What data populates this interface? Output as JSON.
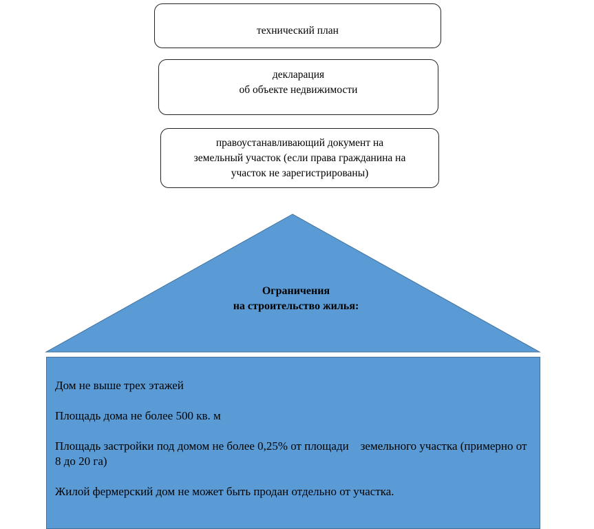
{
  "documents": [
    {
      "lines": [
        "технический план"
      ]
    },
    {
      "lines": [
        "декларация",
        "об объекте недвижимости"
      ]
    },
    {
      "lines": [
        "правоустанавливающий документ на",
        "земельный участок (если права гражданина на",
        "участок не зарегистрированы)"
      ]
    }
  ],
  "house": {
    "title_lines": [
      "Ограничения",
      "на строительство жилья:"
    ],
    "restrictions": [
      "Дом не выше трех этажей",
      "Площадь дома не более 500 кв. м",
      "Площадь застройки под домом не более 0,25% от площади    земельного участка (примерно от 8 до 20 га)",
      "Жилой фермерский дом не может быть продан отдельно от участка."
    ]
  },
  "colors": {
    "house_fill": "#5b9bd5",
    "house_stroke": "#41719c",
    "box_border": "#222222"
  }
}
